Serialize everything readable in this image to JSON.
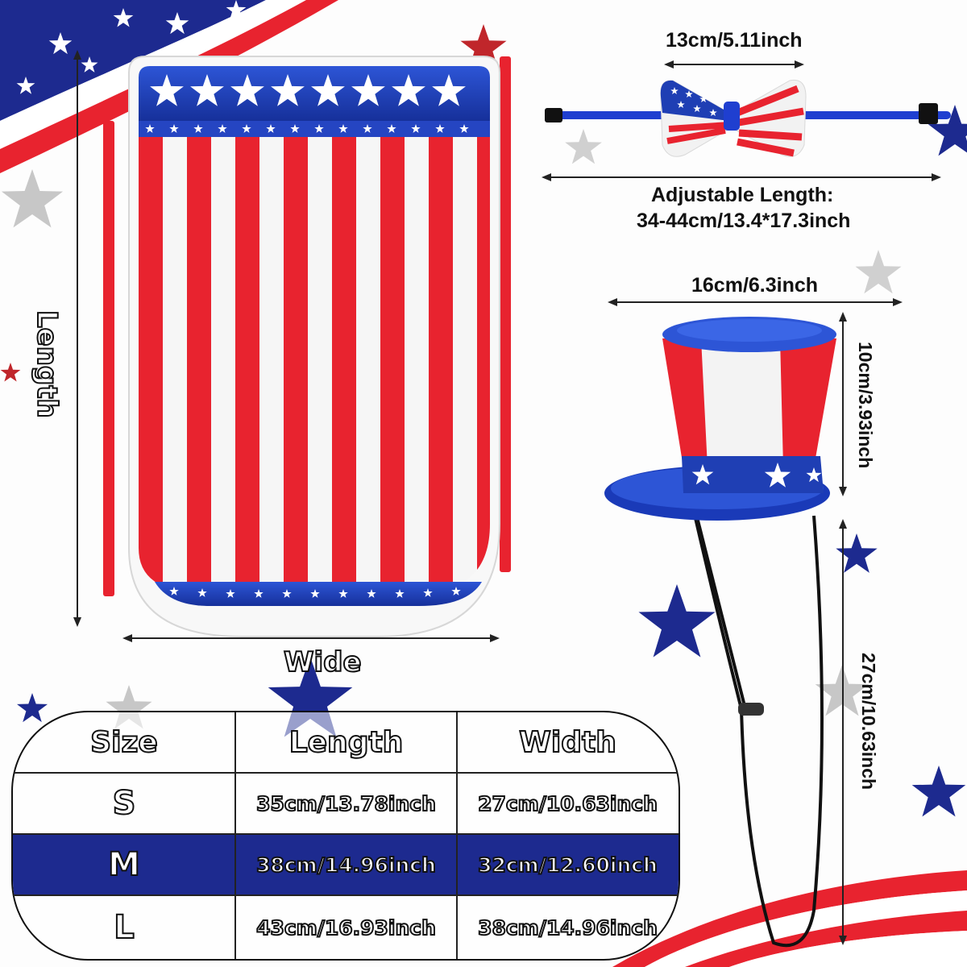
{
  "labels": {
    "bow_width": "13cm/5.11inch",
    "adjustable_title": "Adjustable Length:",
    "adjustable_value": "34-44cm/13.4*17.3inch",
    "hat_width": "16cm/6.3inch",
    "hat_height": "10cm/3.93inch",
    "strap_length": "27cm/10.63inch",
    "cape_length": "Length",
    "cape_wide": "Wide"
  },
  "size_table": {
    "headers": [
      "Size",
      "Length",
      "Width"
    ],
    "rows": [
      {
        "size": "S",
        "length": "35cm/13.78inch",
        "width": "27cm/10.63inch",
        "highlight": false
      },
      {
        "size": "M",
        "length": "38cm/14.96inch",
        "width": "32cm/12.60inch",
        "highlight": true
      },
      {
        "size": "L",
        "length": "43cm/16.93inch",
        "width": "38cm/14.96inch",
        "highlight": false
      }
    ]
  },
  "colors": {
    "flag_red": "#e8232f",
    "flag_blue": "#1f3fb4",
    "navy": "#1d2a8f",
    "highlight_row": "#1d2a8f"
  }
}
